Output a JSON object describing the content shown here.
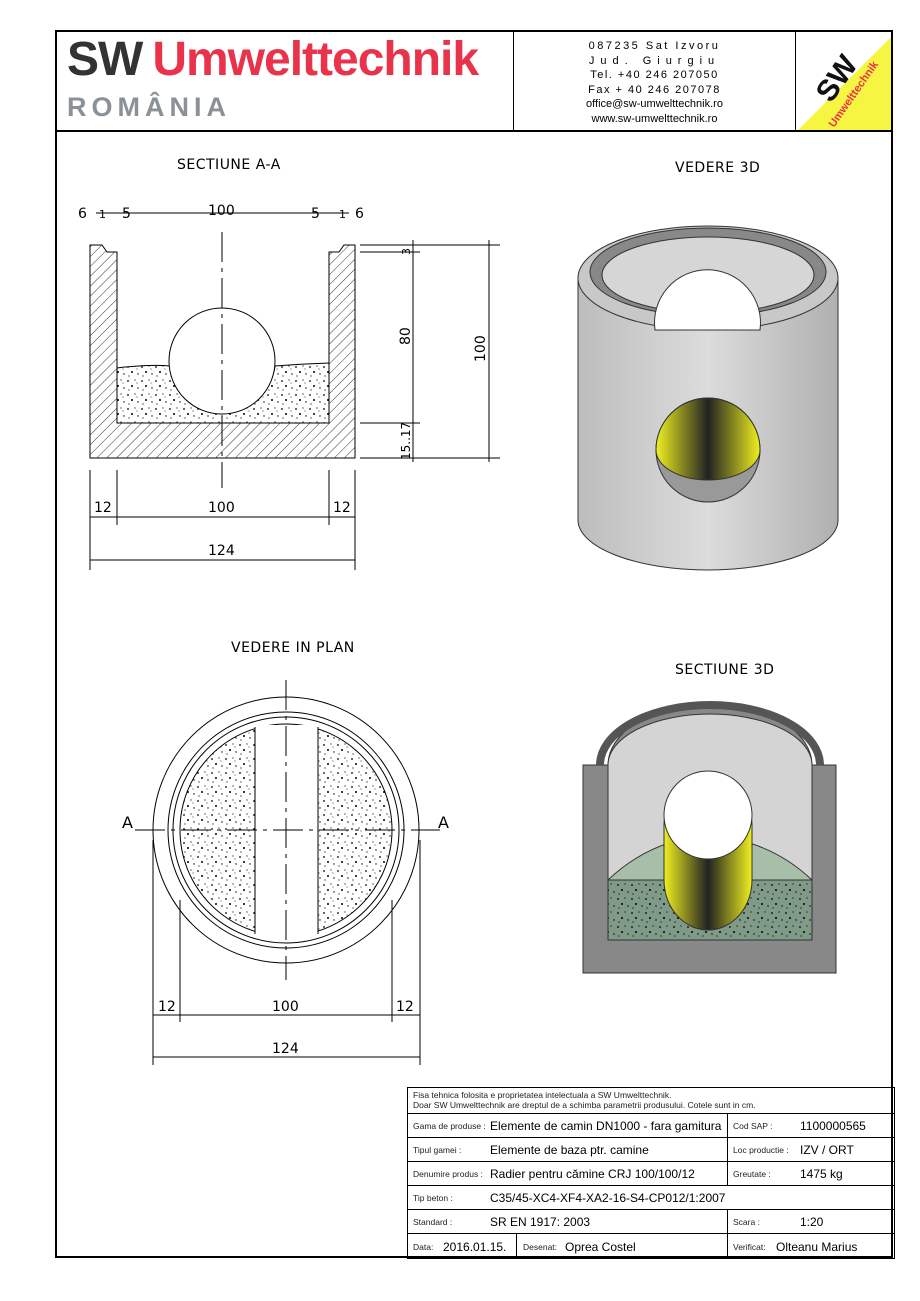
{
  "header": {
    "brand_sw": "SW",
    "brand_name": "Umwelttechnik",
    "brand_country": "ROMÂNIA",
    "address_line1": "087235 Sat Izvoru",
    "address_line2": "Jud. Giurgiu",
    "phone": "Tel. +40 246 207050",
    "fax": "Fax + 40 246 207078",
    "email": "office@sw-umwelttechnik.ro",
    "website": "www.sw-umwelttechnik.ro",
    "logo_text": "SW Umwelttechnik ROMÂNIA",
    "brand_color": "#e8334a",
    "logo_bg": "#f5f542"
  },
  "views": {
    "section_aa": {
      "title": "SECTIUNE A-A",
      "dims_top": [
        "6",
        "1",
        "5",
        "100",
        "5",
        "1",
        "6"
      ],
      "dims_right": [
        "3",
        "80",
        "15..17",
        "100"
      ],
      "dims_bottom": [
        "12",
        "100",
        "12"
      ],
      "dim_total": "124"
    },
    "view_3d": {
      "title": "VEDERE 3D"
    },
    "plan": {
      "title": "VEDERE IN PLAN",
      "section_mark_left": "A",
      "section_mark_right": "A",
      "dims_bottom": [
        "12",
        "100",
        "12"
      ],
      "dim_total": "124"
    },
    "section_3d": {
      "title": "SECTIUNE 3D"
    }
  },
  "title_block": {
    "note1": "Fisa tehnica folosita e proprietatea intelectuala a SW Umwelttechnik.",
    "note2": "Doar SW Umwelttechnik are dreptul de a schimba parametrii produsului. Cotele sunt in cm.",
    "gama_label": "Gama de produse :",
    "gama_value": "Elemente de camin DN1000 - fara gamitura",
    "cod_label": "Cod SAP :",
    "cod_value": "1100000565",
    "tip_label": "Tipul gamei :",
    "tip_value": "Elemente de baza ptr. camine",
    "loc_label": "Loc productie :",
    "loc_value": "IZV / ORT",
    "denumire_label": "Denumire produs :",
    "denumire_value": "Radier pentru cămine CRJ 100/100/12",
    "greutate_label": "Greutate :",
    "greutate_value": "1475 kg",
    "beton_label": "Tip beton :",
    "beton_value": "C35/45-XC4-XF4-XA2-16-S4-CP012/1:2007",
    "standard_label": "Standard :",
    "standard_value": "SR EN 1917: 2003",
    "scara_label": "Scara :",
    "scara_value": "1:20",
    "data_label": "Data:",
    "data_value": "2016.01.15.",
    "desenat_label": "Desenat:",
    "desenat_value": "Oprea Costel",
    "verificat_label": "Verificat:",
    "verificat_value": "Olteanu Marius"
  }
}
